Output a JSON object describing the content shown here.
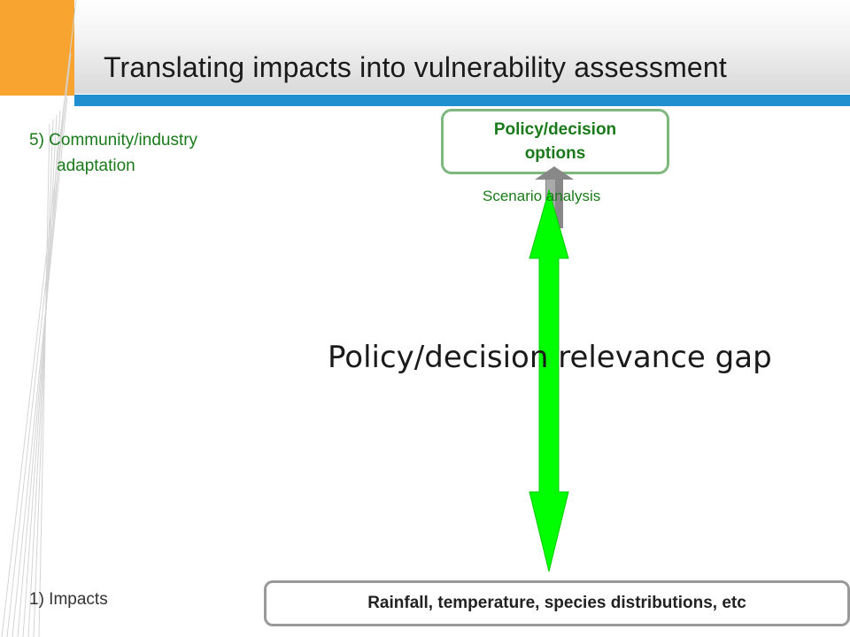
{
  "slide": {
    "title": "Translating impacts into vulnerability assessment"
  },
  "labels": {
    "level5_line1": "5) Community/industry",
    "level5_line2": "adaptation",
    "level1": "1) Impacts"
  },
  "boxes": {
    "top_line1": "Policy/decision",
    "top_line2": "options",
    "bottom": "Rainfall, temperature, species distributions, etc"
  },
  "annotations": {
    "scenario": "Scenario analysis",
    "gap": "Policy/decision relevance gap"
  },
  "colors": {
    "orange": "#f7a431",
    "blue": "#1f8fd0",
    "green_arrow": "#00ff00",
    "green_text": "#1a7a1a",
    "gray_arrow": "#808080"
  }
}
